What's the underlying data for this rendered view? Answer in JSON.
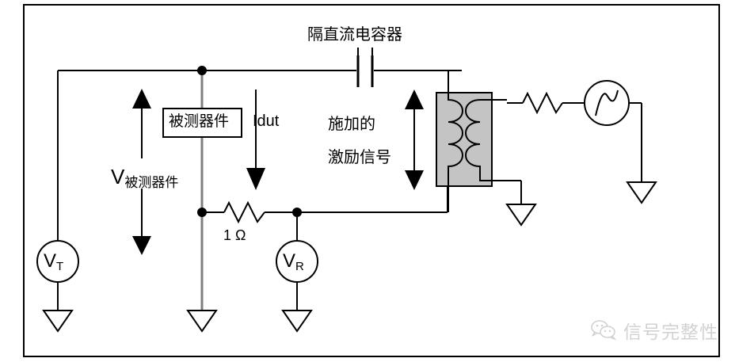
{
  "diagram": {
    "title": "隔直流电容器",
    "labels": {
      "dut_box": "被测器件",
      "current": "Idut",
      "excitation_line1": "施加的",
      "excitation_line2": "激励信号",
      "resistor_value": "1 Ω",
      "v_dut_main": "V",
      "v_dut_sub": "被测器件",
      "meter_t_main": "V",
      "meter_t_sub": "T",
      "meter_r_main": "V",
      "meter_r_sub": "R"
    },
    "components": [
      {
        "name": "dc-blocking-capacitor",
        "type": "capacitor",
        "label": "隔直流电容器"
      },
      {
        "name": "device-under-test",
        "type": "box",
        "label": "被测器件"
      },
      {
        "name": "sense-resistor",
        "type": "resistor",
        "label": "1 Ω"
      },
      {
        "name": "transformer",
        "type": "transformer",
        "label": ""
      },
      {
        "name": "source-series-resistor",
        "type": "resistor",
        "label": ""
      },
      {
        "name": "ac-source",
        "type": "ac-source",
        "label": ""
      },
      {
        "name": "voltmeter-vt",
        "type": "meter",
        "label": "VT"
      },
      {
        "name": "voltmeter-vr",
        "type": "meter",
        "label": "VR"
      },
      {
        "name": "ground-vt",
        "type": "ground",
        "label": ""
      },
      {
        "name": "ground-dut",
        "type": "ground",
        "label": ""
      },
      {
        "name": "ground-vr",
        "type": "ground",
        "label": ""
      },
      {
        "name": "ground-transformer",
        "type": "ground",
        "label": ""
      },
      {
        "name": "ground-source",
        "type": "ground",
        "label": ""
      }
    ],
    "colors": {
      "wire": "#000000",
      "gray_wire": "#808080",
      "core_fill": "#c4c4c4",
      "background": "#ffffff",
      "border": "#000000",
      "watermark": "#d2d2d2"
    }
  },
  "watermark": {
    "text": "信号完整性",
    "icon": "wechat-icon"
  }
}
